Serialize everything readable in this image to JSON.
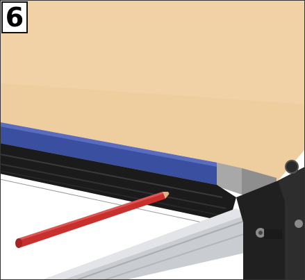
{
  "step": {
    "number": "6"
  },
  "illustration": {
    "parts": [
      "wooden-tabletop",
      "blue-edge-band",
      "black-aluminum-extrusion",
      "silver-aluminum-rail",
      "black-gantry-plate",
      "red-pencil"
    ],
    "colors": {
      "tabletop": "#f0d2a6",
      "edge_band": "#3b4fa0",
      "extrusion": "#1b1b1b",
      "rail": "#c9ccd0",
      "gantry": "#202020",
      "pencil": "#c7302c",
      "bracket": "#a8a8a8"
    }
  }
}
